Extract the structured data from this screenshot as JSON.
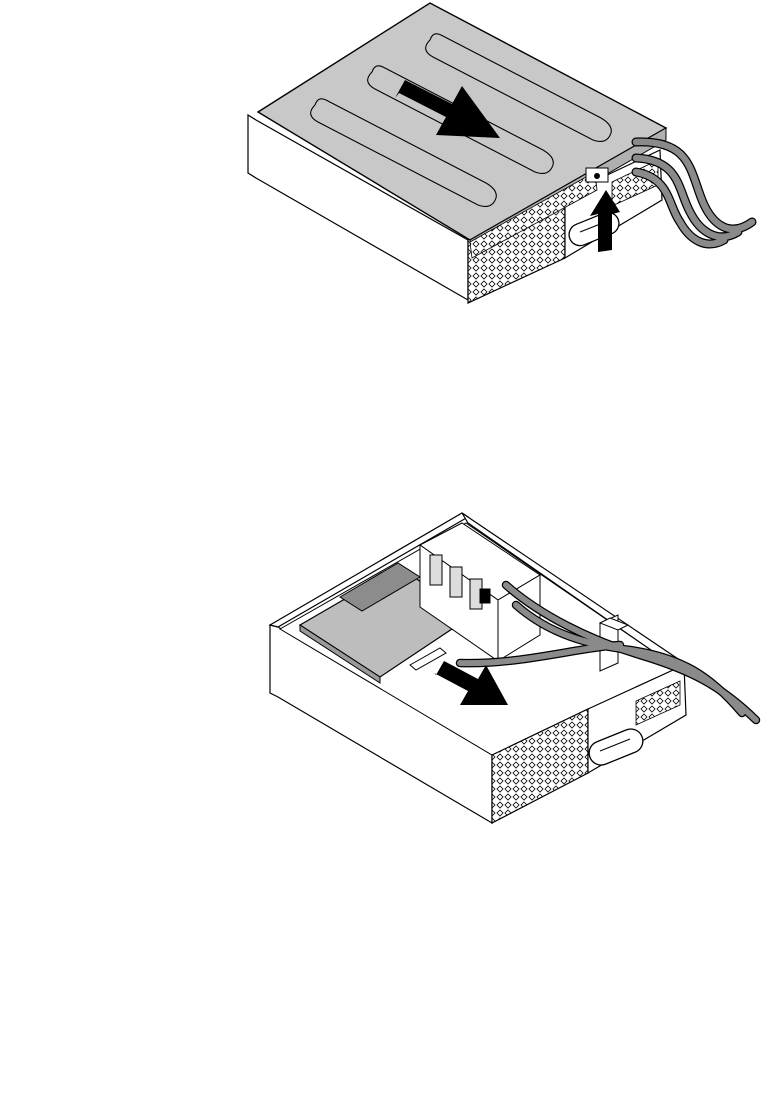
{
  "figures": [
    {
      "id": "cover-removal",
      "arrows": [
        {
          "meaning": "slide-cover-toward-rear"
        },
        {
          "meaning": "lift-latch-up"
        }
      ]
    },
    {
      "id": "card-removal",
      "arrows": [
        {
          "meaning": "slide-card-out"
        }
      ]
    }
  ],
  "colors": {
    "line": "#000000",
    "panel_fill": "#ffffff",
    "cover_fill": "#c8c8c8",
    "cable": "#8a8a8a",
    "board_fill": "#bdbdbd",
    "arrow": "#000000"
  }
}
